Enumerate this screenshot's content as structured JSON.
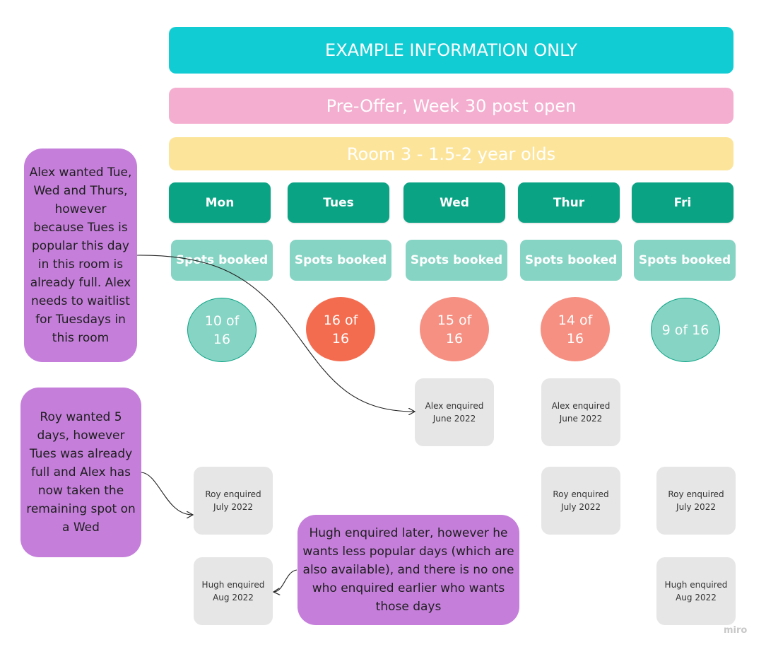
{
  "banners": {
    "example": "EXAMPLE INFORMATION ONLY",
    "period": "Pre-Offer, Week 30 post open",
    "room": "Room 3 - 1.5-2 year olds"
  },
  "days": [
    {
      "label": "Mon",
      "spots_label": "Spots booked",
      "booked": "10  of 16",
      "booked_count": 10,
      "capacity": 16
    },
    {
      "label": "Tues",
      "spots_label": "Spots booked",
      "booked": "16  of 16",
      "booked_count": 16,
      "capacity": 16
    },
    {
      "label": "Wed",
      "spots_label": "Spots booked",
      "booked": "15  of 16",
      "booked_count": 15,
      "capacity": 16
    },
    {
      "label": "Thur",
      "spots_label": "Spots booked",
      "booked": "14  of 16",
      "booked_count": 14,
      "capacity": 16
    },
    {
      "label": "Fri",
      "spots_label": "Spots booked",
      "booked": "9  of 16",
      "booked_count": 9,
      "capacity": 16
    }
  ],
  "waitlist": {
    "alex_wed": "Alex enquired June 2022",
    "alex_thur": "Alex enquired June 2022",
    "roy_mon": "Roy enquired July 2022",
    "roy_thur": "Roy enquired July 2022",
    "roy_fri": "Roy enquired July 2022",
    "hugh_mon": "Hugh enquired Aug 2022",
    "hugh_fri": "Hugh enquired Aug 2022"
  },
  "notes": {
    "alex": "Alex wanted Tue, Wed and Thurs, however because Tues is popular this day in this room is already full. Alex needs to waitlist for Tuesdays in this room",
    "roy": "Roy wanted 5 days, however Tues was already full and Alex has now taken the remaining spot on a Wed",
    "hugh": "Hugh enquired later, however he wants less popular days (which are also available), and there is no one who enquired earlier who wants those days"
  },
  "watermark": "miro",
  "colors": {
    "banner_example": "#12ccd4",
    "banner_period": "#f4aecf",
    "banner_room": "#fce59b",
    "day_header": "#0aa384",
    "spots": "#86d4c4",
    "availability_open": "#86d4c4",
    "availability_full": "#f46c4f",
    "availability_nearly_full": "#f69082",
    "waitlist_card": "#e6e6e6",
    "note": "#c57fdb"
  }
}
